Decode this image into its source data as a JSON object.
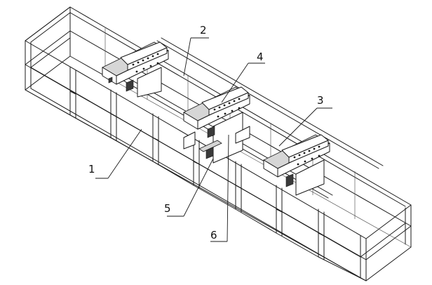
{
  "labels": {
    "l1": "1",
    "l2": "2",
    "l3": "3",
    "l4": "4",
    "l5": "5",
    "l6": "6"
  },
  "colors": {
    "line": "#1a1a1a",
    "background": "#ffffff",
    "shade": "#d6d6d6"
  }
}
